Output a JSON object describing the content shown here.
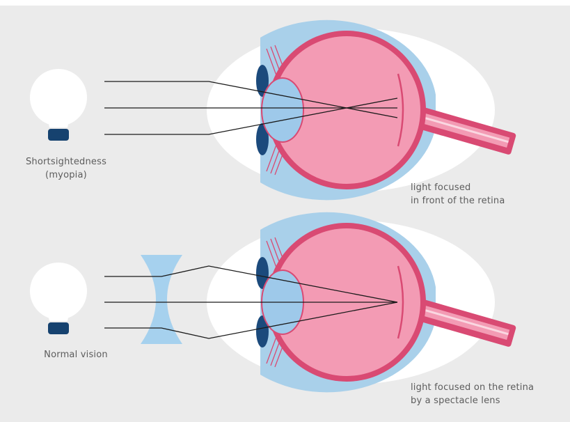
{
  "panels": [
    {
      "condition_line1": "Shortsightedness",
      "condition_line2": "(myopia)",
      "caption_line1": "light focused",
      "caption_line2": "in front of the retina"
    },
    {
      "condition_line1": "Normal vision",
      "caption_line1": "light focused on the retina",
      "caption_line2": "by a spectacle lens"
    }
  ],
  "colors": {
    "background": "#ebebeb",
    "sclera": "#ffffff",
    "choroid": "#a9d0ea",
    "eye_outline": "#d94a73",
    "eyeball_fill": "#f39bb4",
    "lens": "#9ec9ea",
    "iris": "#1b4a7c",
    "bulb": "#ffffff",
    "bulb_base": "#16426f",
    "spectacle_lens": "#a6d1ee",
    "light_ray": "#1a1a1a"
  },
  "icons": {
    "light_source": "light-bulb-icon",
    "eye": "eye-cross-section",
    "spectacle_lens": "concave-lens"
  }
}
